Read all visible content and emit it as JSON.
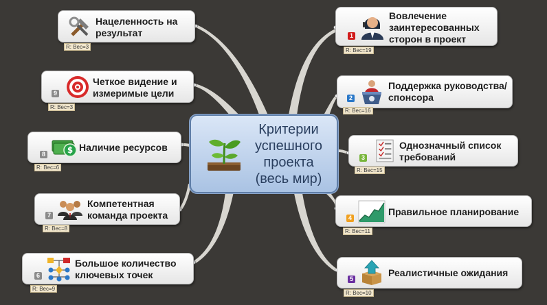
{
  "central": {
    "title": "Критерии успешного проекта (весь мир)",
    "icon": "plant-sprout-icon"
  },
  "nodes_right": [
    {
      "number": "1",
      "label": "Вовлечение заинтересованных сторон в проект",
      "weight": "R: Вес=19",
      "icon": "consultant-person-icon",
      "number_color": "#d11c1c"
    },
    {
      "number": "2",
      "label": "Поддержка руководства/ спонсора",
      "weight": "R: Вес=16",
      "icon": "speaker-podium-icon",
      "number_color": "#2a78c8"
    },
    {
      "number": "3",
      "label": "Однозначный список требований",
      "weight": "R: Вес=15",
      "icon": "checklist-icon",
      "number_color": "#77b53a"
    },
    {
      "number": "4",
      "label": "Правильное планирование",
      "weight": "R: Вес=11",
      "icon": "growth-chart-icon",
      "number_color": "#f0a020"
    },
    {
      "number": "5",
      "label": "Реалистичные ожидания",
      "weight": "R: Вес=10",
      "icon": "box-arrow-up-icon",
      "number_color": "#6a2fa0"
    }
  ],
  "nodes_left": [
    {
      "number": "",
      "label": "Нацеленность на результат",
      "weight": "R: Вес=3",
      "icon": "tools-icon"
    },
    {
      "number": "9",
      "label": "Четкое видение и измеримые цели",
      "weight": "R: Вес=3",
      "icon": "target-icon"
    },
    {
      "number": "8",
      "label": "Наличие ресурсов",
      "weight": "R: Вес=6",
      "icon": "money-icon"
    },
    {
      "number": "7",
      "label": "Компетентная команда проекта",
      "weight": "R: Вес=8",
      "icon": "team-people-icon"
    },
    {
      "number": "6",
      "label": "Большое количество ключевых точек",
      "weight": "R: Вес=9",
      "icon": "flowchart-icon"
    }
  ]
}
